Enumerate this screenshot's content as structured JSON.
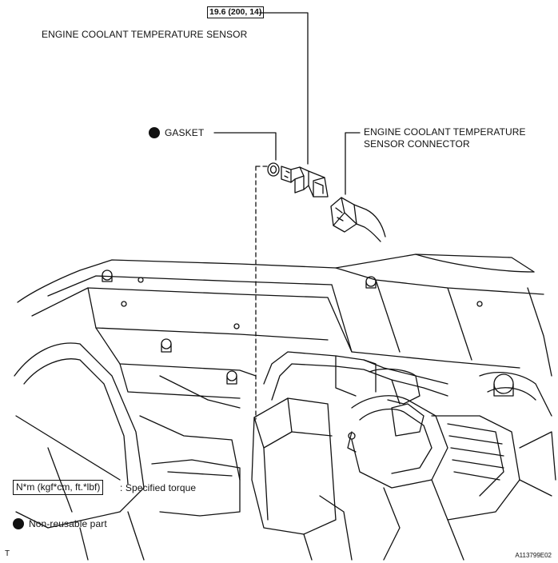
{
  "labels": {
    "torque": "19.6 (200, 14)",
    "sensor": "ENGINE COOLANT TEMPERATURE SENSOR",
    "gasket": "GASKET",
    "connector_line1": "ENGINE COOLANT TEMPERATURE",
    "connector_line2": "SENSOR CONNECTOR"
  },
  "legend": {
    "torque_box": "N*m (kgf*cm, ft.*lbf)",
    "torque_text": ": Specified torque",
    "nonreusable_text": "Non-reusable part"
  },
  "footer": {
    "left_code": "T",
    "figure_id": "A113799E02"
  },
  "icons": {
    "nonreusable": "filled-circle-icon"
  }
}
